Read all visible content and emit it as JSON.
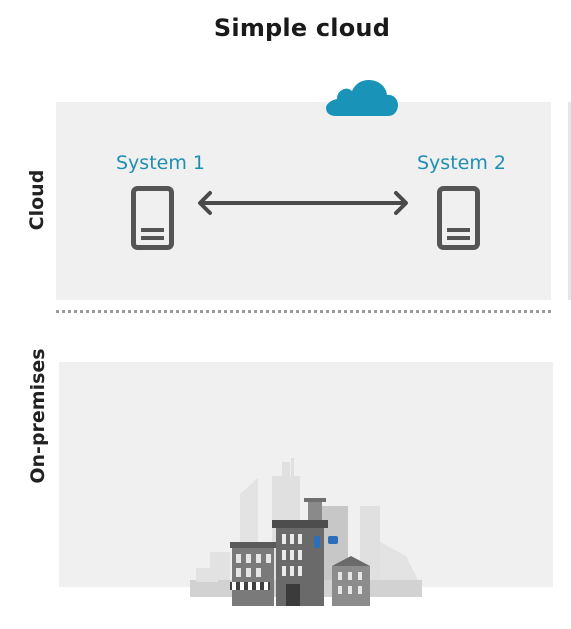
{
  "diagram": {
    "title": "Simple cloud",
    "zones": {
      "cloud": {
        "label": "Cloud"
      },
      "on_premises": {
        "label": "On-premises"
      }
    },
    "systems": [
      {
        "label": "System 1",
        "icon": "server-icon"
      },
      {
        "label": "System 2",
        "icon": "server-icon"
      }
    ],
    "connection": {
      "type": "bidirectional-arrow",
      "from": "System 1",
      "to": "System 2"
    },
    "icons": {
      "zone_icon": "cloud-icon",
      "on_premises_icon": "city-buildings-icon"
    },
    "colors": {
      "accent": "#1e8fb0",
      "cloud_icon": "#1a93b8",
      "panel_background": "#f0f0f0",
      "server_icon": "#555555",
      "arrow": "#4a4a4a"
    }
  }
}
